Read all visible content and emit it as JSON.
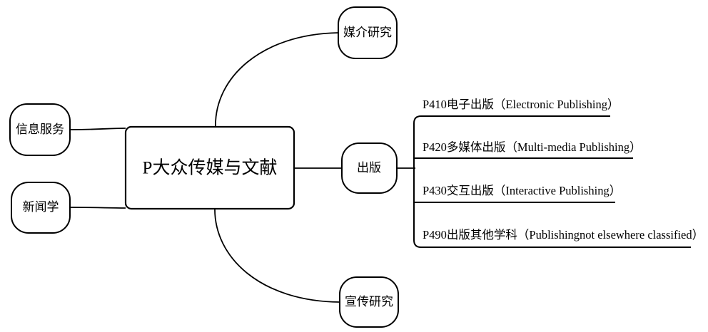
{
  "diagram": {
    "type": "mind-map",
    "center": {
      "label": "P大众传媒与文献"
    },
    "branches": [
      {
        "id": "media-studies",
        "label": "媒介研究",
        "position": "top-right"
      },
      {
        "id": "publishing",
        "label": "出版",
        "position": "right"
      },
      {
        "id": "propaganda-studies",
        "label": "宣传研究",
        "position": "bottom-right"
      },
      {
        "id": "information-service",
        "label": "信息服务",
        "position": "top-left"
      },
      {
        "id": "journalism",
        "label": "新闻学",
        "position": "bottom-left"
      }
    ],
    "leaves": [
      {
        "code": "P410",
        "label": "P410电子出版（Electronic Publishing）"
      },
      {
        "code": "P420",
        "label": "P420多媒体出版（Multi-media Publishing）"
      },
      {
        "code": "P430",
        "label": "P430交互出版（Interactive Publishing）"
      },
      {
        "code": "P490",
        "label": "P490出版其他学科（Publishingnot elsewhere classified）"
      }
    ],
    "colors": {
      "stroke": "#000000",
      "fill": "#ffffff",
      "text": "#000000"
    }
  }
}
